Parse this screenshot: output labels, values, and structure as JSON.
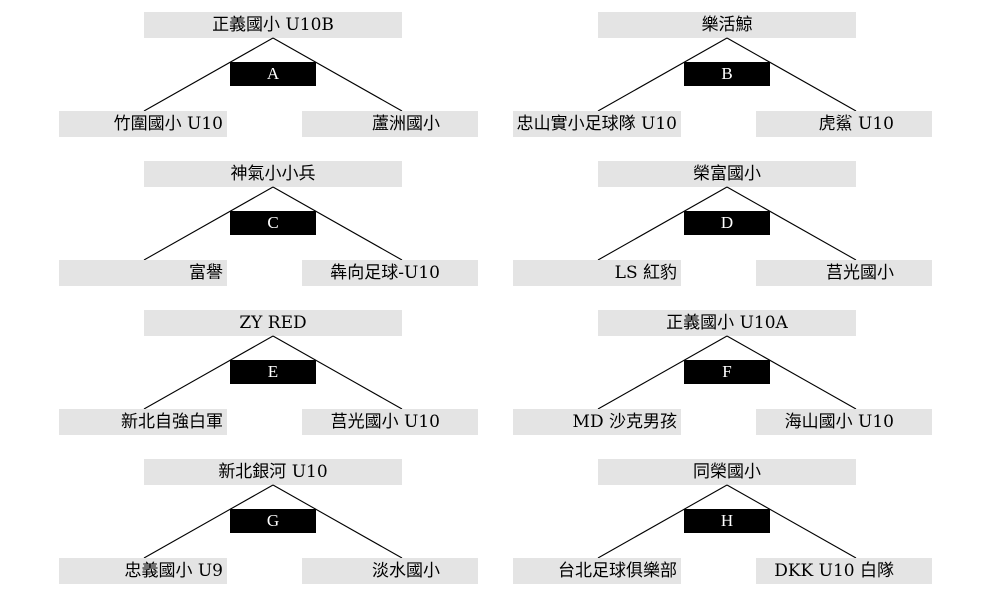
{
  "groups": [
    {
      "label": "A",
      "top": "正義國小  U10B",
      "left": "竹圍國小 U10",
      "right": "蘆洲國小"
    },
    {
      "label": "B",
      "top": "樂活鯨",
      "left": "忠山實小足球隊 U10",
      "right": "虎鯊 U10"
    },
    {
      "label": "C",
      "top": "神氣小小兵",
      "left": "富譽",
      "right": "犇向足球-U10"
    },
    {
      "label": "D",
      "top": "榮富國小",
      "left": "LS 紅豹",
      "right": "莒光國小"
    },
    {
      "label": "E",
      "top": "ZY RED",
      "left": "新北自強白軍",
      "right": "莒光國小 U10"
    },
    {
      "label": "F",
      "top": "正義國小  U10A",
      "left": "MD  沙克男孩",
      "right": "海山國小 U10"
    },
    {
      "label": "G",
      "top": "新北銀河 U10",
      "left": "忠義國小 U9",
      "right": "淡水國小"
    },
    {
      "label": "H",
      "top": "同榮國小",
      "left": "台北足球俱樂部",
      "right": "DKK U10  白隊"
    }
  ]
}
